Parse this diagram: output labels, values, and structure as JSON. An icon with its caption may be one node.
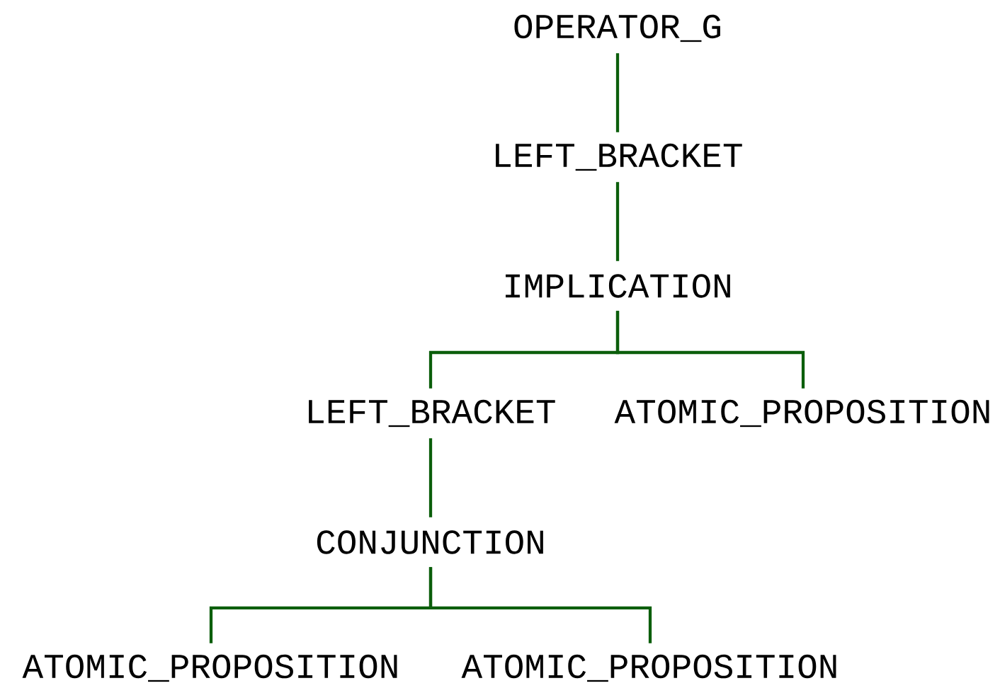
{
  "diagram": {
    "nodes": [
      {
        "text": [
          "OPERATOR_G"
        ]
      },
      {
        "text": [
          "LEFT_BRACKET"
        ]
      },
      {
        "text": [
          "IMPLICATION"
        ]
      },
      {
        "text": [
          "LEFT_BRACKET"
        ]
      },
      {
        "text": [
          "ATOMIC_PROPOSITION"
        ]
      },
      {
        "text": [
          "CONJUNCTION"
        ]
      },
      {
        "text": [
          "ATOMIC_PROPOSITION"
        ]
      },
      {
        "text": [
          "ATOMIC_PROPOSITION"
        ]
      }
    ],
    "edges": [
      {
        "from": 0,
        "to": 1,
        "arrow": "none"
      },
      {
        "from": 1,
        "to": 2,
        "arrow": "none"
      },
      {
        "from": 2,
        "to": 3,
        "arrow": "none"
      },
      {
        "from": 2,
        "to": 4,
        "arrow": "none"
      },
      {
        "from": 3,
        "to": 5,
        "arrow": "none"
      },
      {
        "from": 5,
        "to": 6,
        "arrow": "none"
      },
      {
        "from": 5,
        "to": 7,
        "arrow": "none"
      }
    ]
  }
}
